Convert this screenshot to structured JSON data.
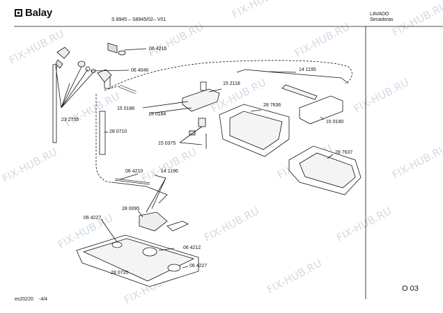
{
  "header": {
    "brand": "Balay",
    "model": "S 8945 – S8945/02– V01",
    "category": "LAVADO",
    "subcategory": "Secadoras"
  },
  "parts": [
    {
      "id": "p1",
      "label": "06 4216"
    },
    {
      "id": "p2",
      "label": "06 4046"
    },
    {
      "id": "p3",
      "label": "23 2755"
    },
    {
      "id": "p4",
      "label": "28 0710"
    },
    {
      "id": "p5",
      "label": "15 0186"
    },
    {
      "id": "p6",
      "label": "15 0184"
    },
    {
      "id": "p7",
      "label": "15 0375"
    },
    {
      "id": "p8",
      "label": "15 2118"
    },
    {
      "id": "p9",
      "label": "28 7636"
    },
    {
      "id": "p10",
      "label": "14 1195"
    },
    {
      "id": "p11",
      "label": "15 0190"
    },
    {
      "id": "p12",
      "label": "28 7637"
    },
    {
      "id": "p13",
      "label": "06 4210"
    },
    {
      "id": "p14",
      "label": "14 1196"
    },
    {
      "id": "p15",
      "label": "28 0095"
    },
    {
      "id": "p16",
      "label": "06 4227"
    },
    {
      "id": "p17",
      "label": "06 4212"
    },
    {
      "id": "p18",
      "label": "06 4227"
    },
    {
      "id": "p19",
      "label": "28 0720"
    }
  ],
  "footer": {
    "code": "ex20220",
    "page": "-4/4",
    "section": "O 03"
  },
  "watermark": {
    "text": "FIX-HUB.RU",
    "color": "#c7d2dc"
  }
}
